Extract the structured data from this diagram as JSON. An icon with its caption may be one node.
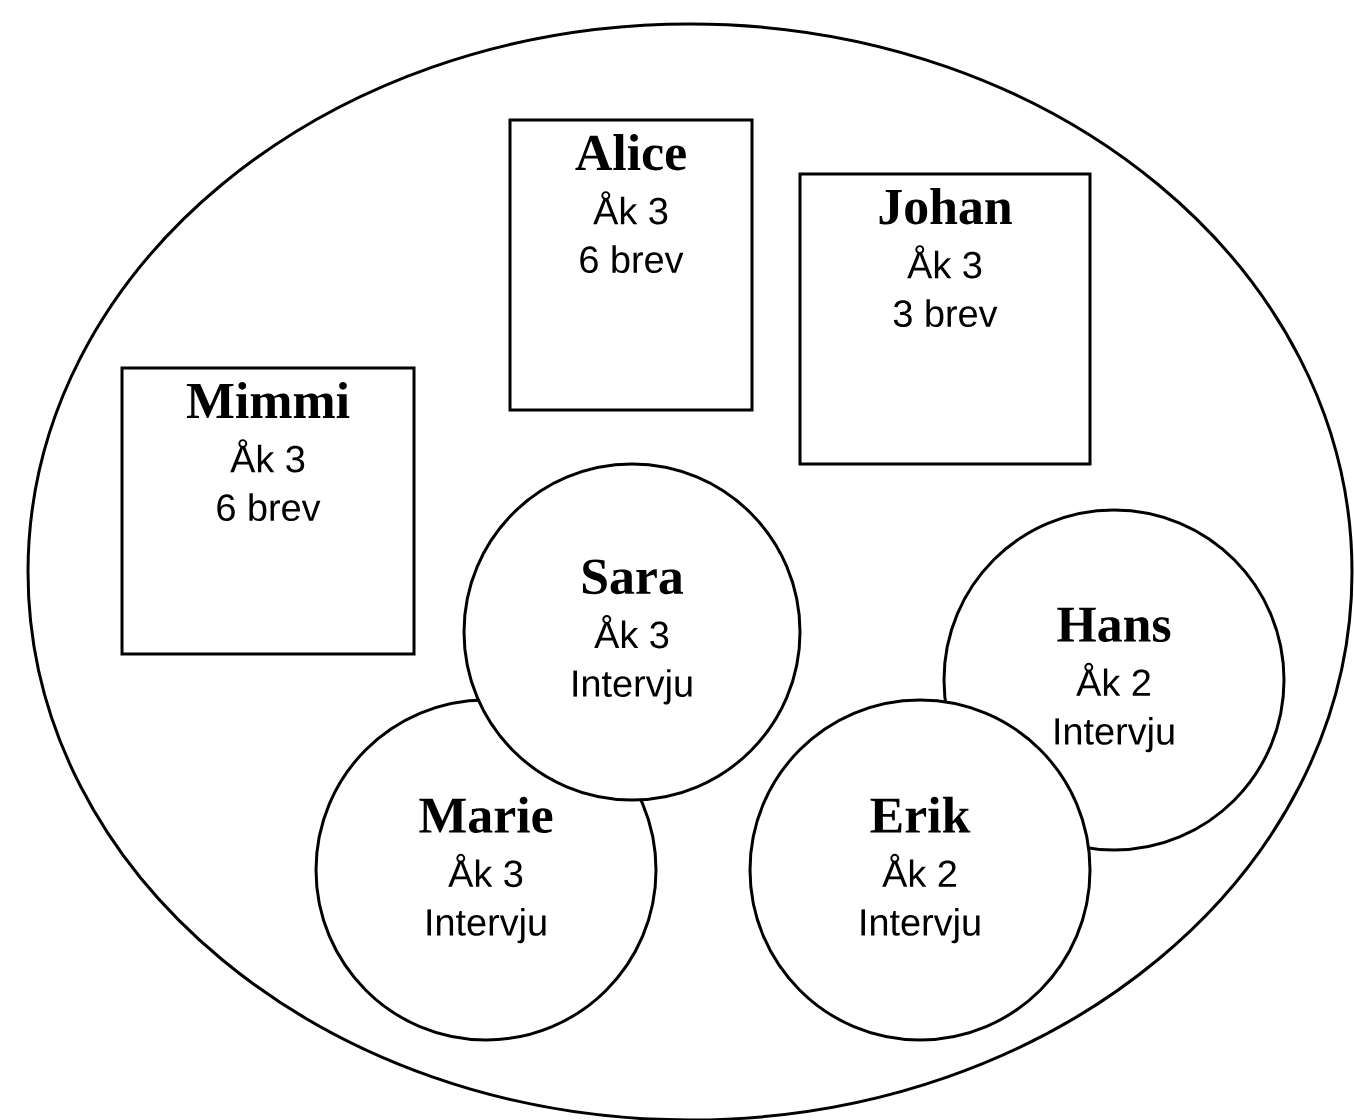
{
  "diagram": {
    "nodes": [
      {
        "text": [],
        "shape": "ellipse"
      },
      {
        "text": [
          "Alice",
          "Åk 3",
          "6 brev"
        ],
        "in": 0
      },
      {
        "text": [
          "Johan",
          "Åk 3",
          "3 brev"
        ],
        "in": 0
      },
      {
        "text": [
          "Mimmi",
          "Åk 3",
          "6 brev"
        ],
        "in": 0
      },
      {
        "text": [
          "Sara",
          "Åk 3",
          "Intervju"
        ],
        "in": 0
      },
      {
        "text": [
          "Hans",
          "Åk 2",
          "Intervju"
        ],
        "in": 0
      },
      {
        "text": [
          "Marie",
          "Åk 3",
          "Intervju"
        ],
        "in": 0
      },
      {
        "text": [
          "Erik",
          "Åk 2",
          "Intervju"
        ],
        "in": 0
      }
    ]
  }
}
